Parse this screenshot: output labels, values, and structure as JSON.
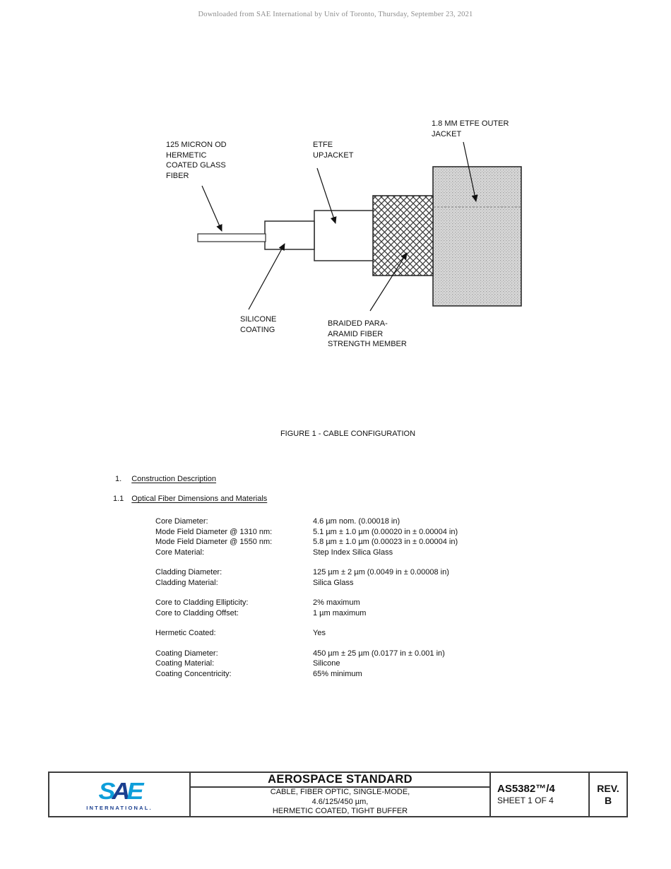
{
  "colors": {
    "sae_light_blue": "#0E9EDA",
    "sae_navy": "#1B3F8F"
  },
  "header": {
    "download_note": "Downloaded from SAE International by Univ of Toronto, Thursday, September 23, 2021"
  },
  "figure": {
    "caption": "FIGURE 1 - CABLE CONFIGURATION",
    "labels": {
      "fiber": "125 MICRON OD\nHERMETIC\nCOATED GLASS\nFIBER",
      "upjacket": "ETFE\nUPJACKET",
      "outer_jacket": "1.8 MM ETFE OUTER\nJACKET",
      "silicone": "SILICONE\nCOATING",
      "braid": "BRAIDED PARA-\nARAMID FIBER\nSTRENGTH MEMBER"
    }
  },
  "sections": [
    {
      "number": "1.",
      "title": "Construction Description"
    },
    {
      "number": "1.1",
      "title": "Optical Fiber Dimensions and Materials"
    }
  ],
  "specs": {
    "groups": [
      {
        "rows": [
          {
            "label": "Core Diameter:",
            "value": "4.6 µm nom. (0.00018 in)"
          },
          {
            "label": "Mode Field Diameter @ 1310 nm:",
            "value": "5.1 µm ± 1.0 µm (0.00020 in ± 0.00004 in)"
          },
          {
            "label": "Mode Field Diameter @ 1550 nm:",
            "value": "5.8 µm ± 1.0 µm (0.00023 in ± 0.00004 in)"
          },
          {
            "label": "Core Material:",
            "value": "Step Index Silica Glass"
          }
        ]
      },
      {
        "rows": [
          {
            "label": "Cladding Diameter:",
            "value": "125 µm ± 2 µm (0.0049 in ± 0.00008 in)"
          },
          {
            "label": "Cladding Material:",
            "value": "Silica Glass"
          }
        ]
      },
      {
        "rows": [
          {
            "label": "Core to Cladding Ellipticity:",
            "value": "2% maximum"
          },
          {
            "label": "Core to Cladding Offset:",
            "value": "1 µm maximum"
          }
        ]
      },
      {
        "rows": [
          {
            "label": "Hermetic Coated:",
            "value": "Yes"
          }
        ]
      },
      {
        "rows": [
          {
            "label": "Coating Diameter:",
            "value": "450 µm ± 25 µm (0.0177 in ± 0.001 in)"
          },
          {
            "label": "Coating Material:",
            "value": "Silicone"
          },
          {
            "label": "Coating Concentricity:",
            "value": "65% minimum"
          }
        ]
      }
    ]
  },
  "footer": {
    "logo": {
      "letters": [
        "S",
        "A",
        "E"
      ],
      "subtext": "INTERNATIONAL."
    },
    "title": "AEROSPACE STANDARD",
    "subtitle_lines": [
      "CABLE, FIBER OPTIC, SINGLE-MODE,",
      "4.6/125/450 µm,",
      "HERMETIC COATED, TIGHT BUFFER"
    ],
    "doc_number": "AS5382™/4",
    "sheet": "SHEET 1 OF 4",
    "rev_label": "REV.",
    "rev_value": "B"
  }
}
